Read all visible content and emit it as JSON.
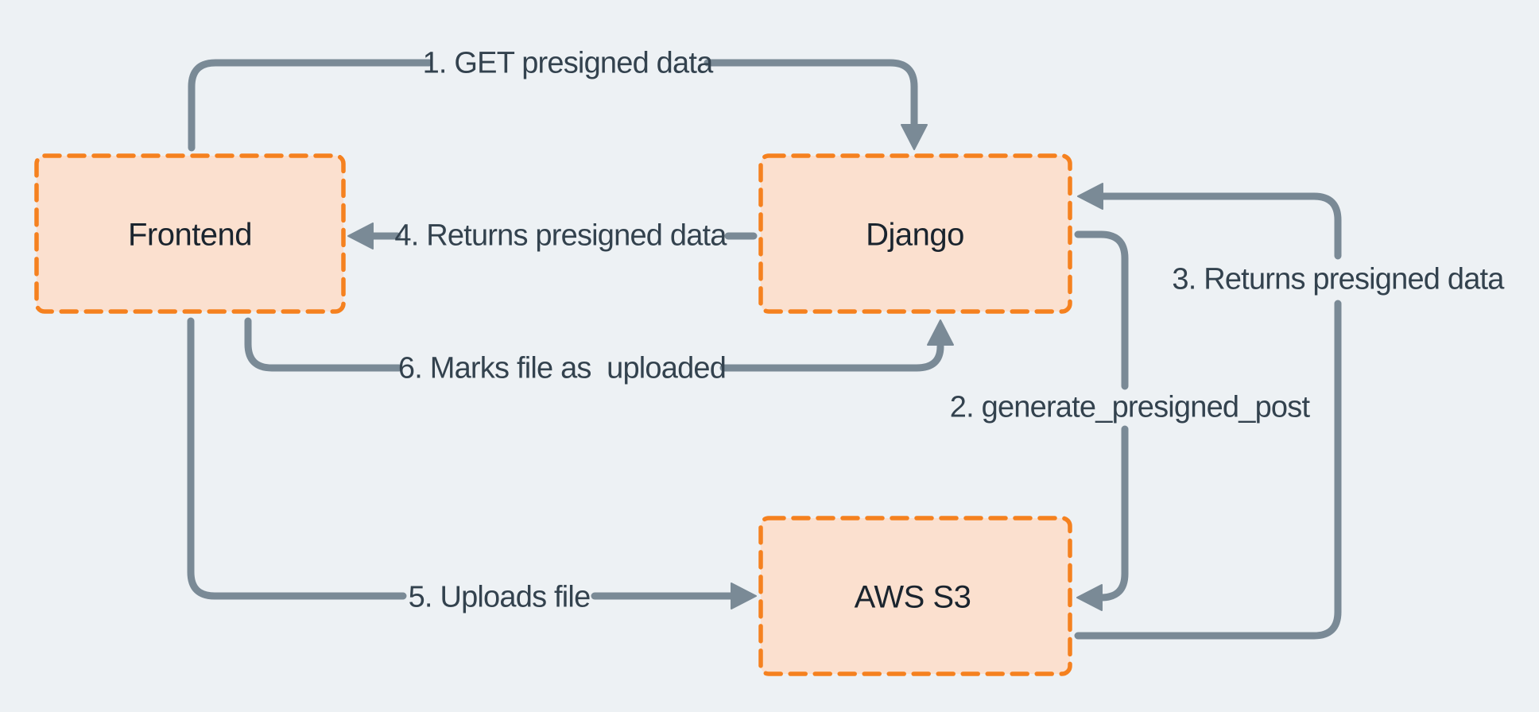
{
  "diagram": {
    "colors": {
      "bg": "#edf1f4",
      "nodeFill": "#fbe0cf",
      "nodeBorder": "#f5811f",
      "connector": "#7a8a96",
      "labelText": "#33424e",
      "nodeText": "#1a242e"
    },
    "nodes": [
      {
        "id": "frontend",
        "label": "Frontend"
      },
      {
        "id": "django",
        "label": "Django"
      },
      {
        "id": "aws-s3",
        "label": "AWS S3"
      }
    ],
    "edges": [
      {
        "step": "1",
        "label": "1. GET presigned data",
        "from": "Frontend",
        "to": "Django"
      },
      {
        "step": "2",
        "label": "2. generate_presigned_post",
        "from": "Django",
        "to": "AWS S3"
      },
      {
        "step": "3",
        "label": "3. Returns presigned data",
        "from": "AWS S3",
        "to": "Django"
      },
      {
        "step": "4",
        "label": "4. Returns presigned data",
        "from": "Django",
        "to": "Frontend"
      },
      {
        "step": "5",
        "label": "5. Uploads file",
        "from": "Frontend",
        "to": "AWS S3"
      },
      {
        "step": "6",
        "label": "6. Marks file as  uploaded",
        "from": "Frontend",
        "to": "Django"
      }
    ]
  }
}
